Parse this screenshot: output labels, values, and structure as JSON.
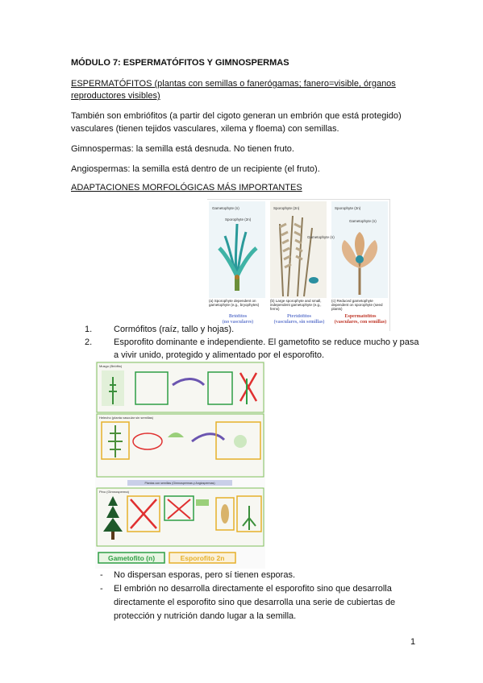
{
  "title": "MÓDULO 7: ESPERMATÓFITOS Y GIMNOSPERMAS",
  "esperm_heading": {
    "line1": "ESPERMATÓFITOS (plantas con semillas o fanerógamas; fanero=visible, órganos",
    "line2": "reproductores visibles)"
  },
  "paragraph1": {
    "line1": "También son embriófitos (a partir del cigoto generan un embrión que está protegido)",
    "line2": "vasculares (tienen tejidos vasculares, xilema y floema) con semillas."
  },
  "gimno": "Gimnospermas: la semilla está desnuda. No tienen fruto.",
  "angio": "Angiospermas: la semilla está dentro de un recipiente (el fruto).",
  "adapt_heading": "ADAPTACIONES MORFOLÓGICAS MÁS IMPORTANTES",
  "figure1": {
    "panels": [
      {
        "top_label": "Gametophyte (n)",
        "mid_label": "Sporophyte (2n)",
        "caption": "(a) Sporophyte dependent on gametophyte (e.g., bryophytes)",
        "group": "Briófitos",
        "group_sub": "(no vasculares)",
        "group_color": "#6a7fd0"
      },
      {
        "top_label": "Sporophyte (2n)",
        "mid_label": "Gametophyte (n)",
        "caption": "(b) Large sporophyte and small, independent gametophyte (e.g., ferns)",
        "group": "Pteridófitos",
        "group_sub": "(vasculares, sin semillas)",
        "group_color": "#6a7fd0"
      },
      {
        "top_label": "Sporophyte (2n)",
        "mid_label": "Gametophyte (n)",
        "caption": "(c) Reduced gametophyte dependent on sporophyte (seed plants)",
        "group": "Espermatófitos",
        "group_sub": "(vasculares, con semillas)",
        "group_color": "#c0392b"
      }
    ]
  },
  "list": [
    {
      "num": "1.",
      "text": "Cormófitos (raíz, tallo y hojas)."
    },
    {
      "num": "2.",
      "text": "Esporofito dominante e independiente. El gametofito se reduce mucho y pasa a vivir unido, protegido y alimentado por el esporofito."
    }
  ],
  "figure2": {
    "row1_label": "Musgo (Briófito)",
    "row2_label": "Helecho (planta vascular sin semillas)",
    "band_label": "Plantas con semillas (Gimnospermas y Angiospermas)",
    "row3_label": "Pino (Gimnosperma)",
    "legend_gametofito": "Gametofito (n)",
    "legend_esporofito": "Esporofito 2n",
    "gametofito_color": "#2e9e44",
    "esporofito_color": "#e6b02a"
  },
  "dash_items": [
    {
      "num": "-",
      "text": "No dispersan esporas, pero sí tienen esporas."
    },
    {
      "num": "-",
      "text": "El embrión no desarrolla directamente el esporofito sino que desarrolla directamente el esporofito sino que desarrolla una serie de cubiertas de protección y nutrición dando lugar a la semilla."
    }
  ],
  "page_number": "1"
}
